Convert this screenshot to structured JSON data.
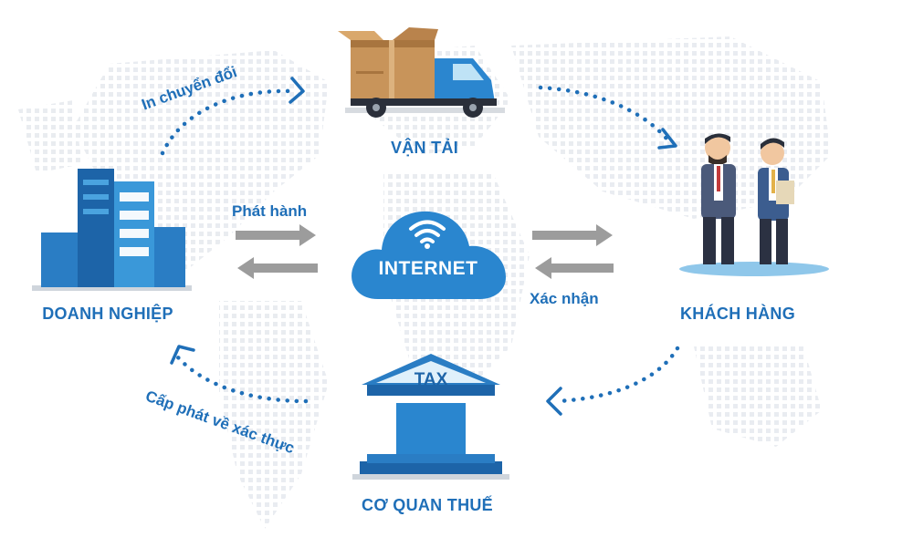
{
  "nodes": {
    "van_tai": "VẬN TẢI",
    "doanh_nghiep": "DOANH NGHIỆP",
    "khach_hang": "KHÁCH HÀNG",
    "co_quan_thue": "CƠ QUAN THUẾ",
    "internet": "INTERNET"
  },
  "edges": {
    "in_chuyen_doi": "In chuyển đổi",
    "phat_hanh": "Phát hành",
    "xac_nhan": "Xác nhận",
    "cap_phat": "Cấp phát về xác thực"
  },
  "tax_sign": "TAX",
  "colors": {
    "primary": "#1f6fb8",
    "light_blue": "#4aa3df",
    "gray_arrow": "#9a9a9a",
    "map_dot": "#e6e9ee"
  }
}
